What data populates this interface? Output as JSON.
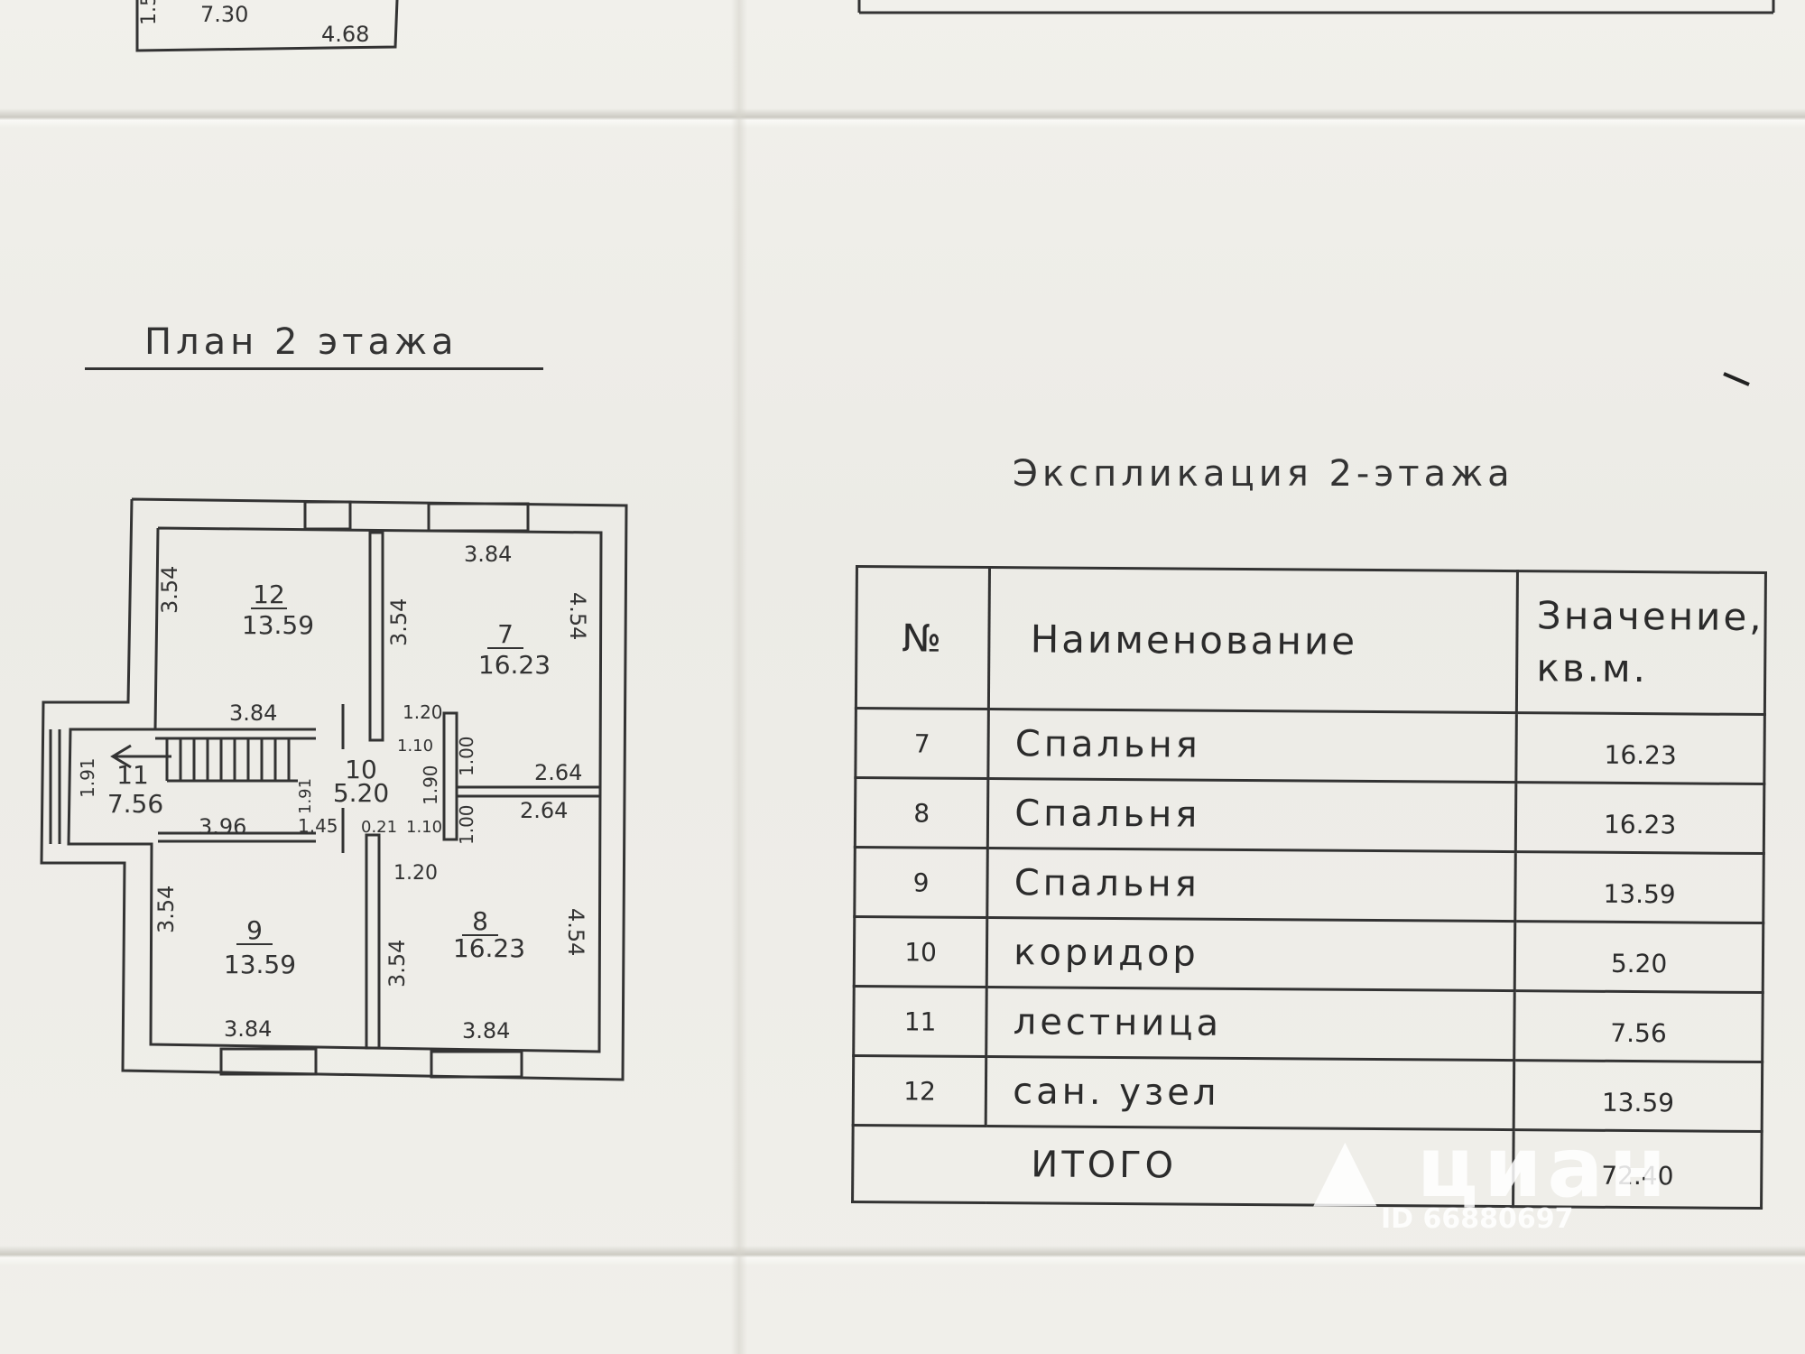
{
  "top_fragment": {
    "dim_a": "7.30",
    "dim_b": "4.68",
    "dim_c": "1.5"
  },
  "plan": {
    "title": "План 2 этажа",
    "rooms": [
      {
        "num": "12",
        "area": "13.59"
      },
      {
        "num": "7",
        "area": "16.23"
      },
      {
        "num": "11",
        "area": "7.56"
      },
      {
        "num": "10",
        "area": "5.20"
      },
      {
        "num": "9",
        "area": "13.59"
      },
      {
        "num": "8",
        "area": "16.23"
      }
    ],
    "dims": {
      "d_354_room12_left": "3.54",
      "d_384_room7_top": "3.84",
      "d_354_room12_right": "3.54",
      "d_454_room7_right": "4.54",
      "d_384_room12_bottom": "3.84",
      "d_120_upper": "1.20",
      "d_110_upper": "1.10",
      "d_100_upper": "1.00",
      "d_191_stair_left": "1.91",
      "d_191_stair_right": "1.91",
      "d_190_corr": "1.90",
      "d_264_upper": "2.64",
      "d_264_lower": "2.64",
      "d_396_stair": "3.96",
      "d_145": "1.45",
      "d_021": "0.21",
      "d_110_lower": "1.10",
      "d_100_lower": "1.00",
      "d_120_lower": "1.20",
      "d_354_room9_left": "3.54",
      "d_354_room9_right": "3.54",
      "d_454_room8_right": "4.54",
      "d_384_room9_bottom": "3.84",
      "d_384_room8_bottom": "3.84"
    }
  },
  "explication": {
    "title": "Экспликация 2-этажа",
    "headers": {
      "num": "№",
      "name": "Наименование",
      "value": "Значение, кв.м."
    },
    "rows": [
      {
        "num": "7",
        "name": "Спальня",
        "value": "16.23"
      },
      {
        "num": "8",
        "name": "Спальня",
        "value": "16.23"
      },
      {
        "num": "9",
        "name": "Спальня",
        "value": "13.59"
      },
      {
        "num": "10",
        "name": "коридор",
        "value": "5.20"
      },
      {
        "num": "11",
        "name": "лестница",
        "value": "7.56"
      },
      {
        "num": "12",
        "name": "сан. узел",
        "value": "13.59"
      }
    ],
    "total": {
      "label": "ИТОГО",
      "value": "72.40"
    }
  },
  "watermark": {
    "brand": "циан",
    "id": "ID 66880697"
  }
}
